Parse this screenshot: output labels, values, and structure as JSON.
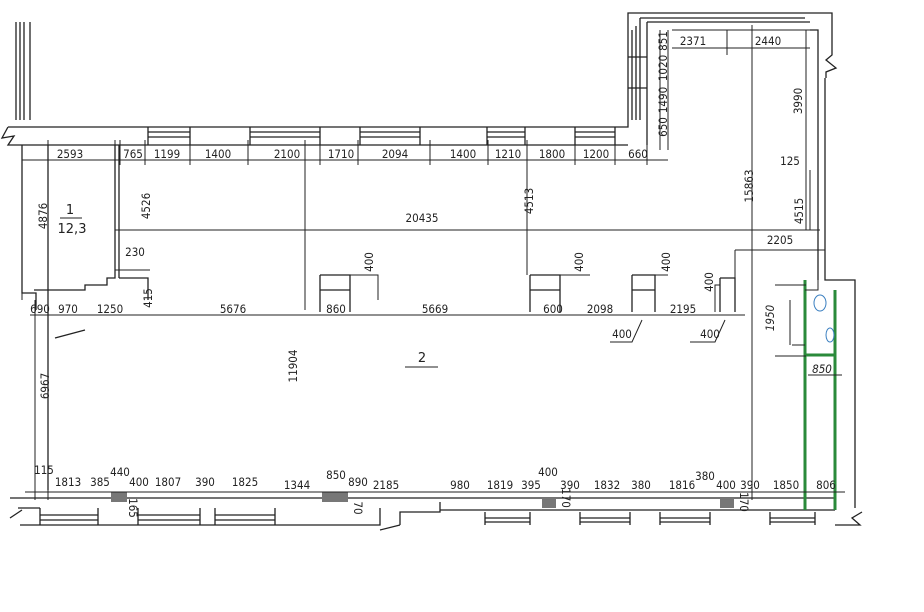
{
  "title": "Floor plan with dimensions",
  "rooms": [
    {
      "number": "1",
      "area": "12,3"
    },
    {
      "number": "2"
    }
  ],
  "dimensions": [
    "2593",
    "765",
    "1199",
    "1400",
    "2100",
    "1710",
    "2094",
    "1400",
    "1210",
    "1800",
    "1200",
    "660",
    "2371",
    "2440",
    "851",
    "1020",
    "1490",
    "650",
    "3990",
    "125",
    "4515",
    "15863",
    "2205",
    "4876",
    "4526",
    "20435",
    "4513",
    "230",
    "415",
    "690",
    "970",
    "1250",
    "5676",
    "860",
    "5669",
    "600",
    "2098",
    "2195",
    "400",
    "400",
    "400",
    "400",
    "400",
    "400",
    "1950",
    "850",
    "11904",
    "6967",
    "115",
    "1813",
    "385",
    "440",
    "400",
    "1807",
    "390",
    "1825",
    "1344",
    "850",
    "890",
    "2185",
    "980",
    "1819",
    "395",
    "400",
    "390",
    "1832",
    "380",
    "1816",
    "380",
    "400",
    "390",
    "1850",
    "806",
    "165",
    "70",
    "170",
    "170"
  ],
  "colors": {
    "lines": "#222222",
    "bathroom_wall": "#2a8a3a",
    "fixtures": "#3a7fc0"
  }
}
